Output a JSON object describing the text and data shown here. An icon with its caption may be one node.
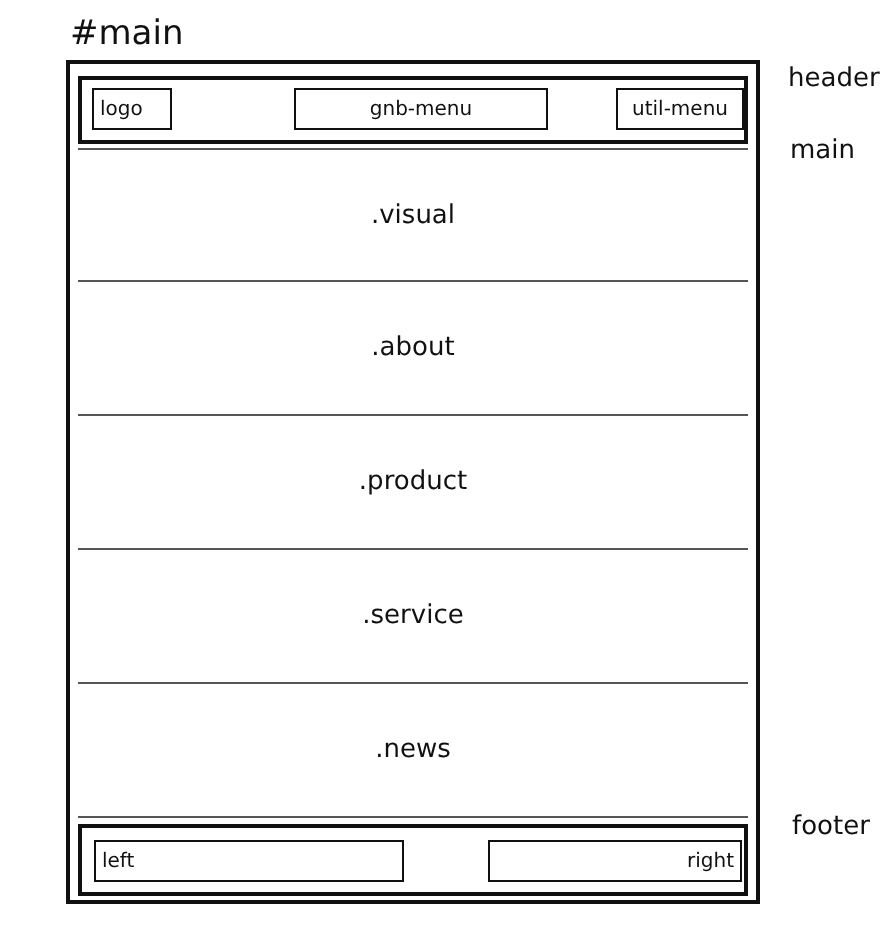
{
  "diagram": {
    "nodes": [
      {
        "text": [
          "#main"
        ]
      },
      {
        "text": [
          "header"
        ],
        "in": 0
      },
      {
        "text": [
          "logo"
        ],
        "in": 1
      },
      {
        "text": [
          "gnb-menu"
        ],
        "in": 1
      },
      {
        "text": [
          "util-menu"
        ],
        "in": 1
      },
      {
        "text": [
          "main"
        ],
        "in": 0
      },
      {
        "text": [
          ".visual"
        ],
        "in": 5
      },
      {
        "text": [
          ".about"
        ],
        "in": 5
      },
      {
        "text": [
          ".product"
        ],
        "in": 5
      },
      {
        "text": [
          ".service"
        ],
        "in": 5
      },
      {
        "text": [
          ".news"
        ],
        "in": 5
      },
      {
        "text": [
          "footer"
        ],
        "in": 0
      },
      {
        "text": [
          "left"
        ],
        "in": 11
      },
      {
        "text": [
          "right"
        ],
        "in": 11
      }
    ],
    "edges": []
  }
}
